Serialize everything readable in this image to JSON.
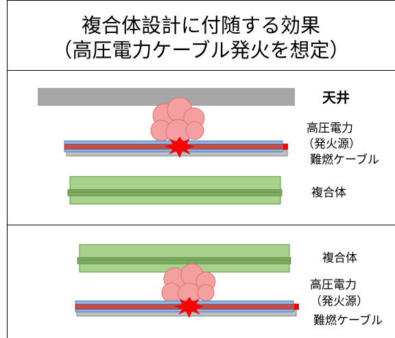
{
  "title": {
    "line1": "複合体設計に付随する効果",
    "line2": "（高圧電力ケーブル発火を想定）"
  },
  "top_panel": {
    "ceiling_label": "天井",
    "cable_line1": "高圧電力",
    "cable_line2": "（発火源）",
    "cable_line3": "難燃ケーブル",
    "composite_label": "複合体"
  },
  "bottom_panel": {
    "composite_label": "複合体",
    "cable_line1": "高圧電力",
    "cable_line2": "（発火源）",
    "cable_line3": "難燃ケーブル"
  },
  "colors": {
    "ceiling": "#a6a6a6",
    "cable_tray": "#8db4e2",
    "cable_core": "#c0504d",
    "composite": "#a9d18e",
    "smoke": "#f4a0a0",
    "flame": "#ff0000"
  }
}
